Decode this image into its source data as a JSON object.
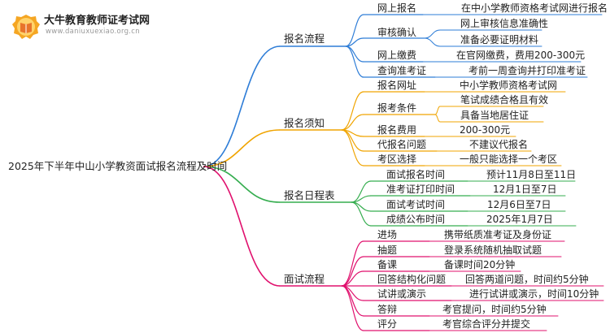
{
  "brand": {
    "name": "大牛教育教师证考试网",
    "url": "www.daniuxuexiao.org.cn"
  },
  "root": "2025年下半年中山小学教资面试报名流程及时间",
  "colors": {
    "blue": "#2e7dd7",
    "orange": "#f0a400",
    "green": "#35ad4f",
    "magenta": "#e0106d"
  },
  "branches": [
    {
      "label": "报名流程",
      "color": "blue",
      "items": [
        {
          "label": "网上报名",
          "children": [
            "在中小学教师资格考试网进行报名"
          ]
        },
        {
          "label": "审核确认",
          "children": [
            "网上审核信息准确性",
            "准备必要证明材料"
          ]
        },
        {
          "label": "网上缴费",
          "children": [
            "在官网缴费，费用200-300元"
          ]
        },
        {
          "label": "查询准考证",
          "children": [
            "考前一周查询并打印准考证"
          ]
        }
      ]
    },
    {
      "label": "报名须知",
      "color": "orange",
      "items": [
        {
          "label": "报名网址",
          "children": [
            "中小学教师资格考试网"
          ]
        },
        {
          "label": "报考条件",
          "children": [
            "笔试成绩合格且有效",
            "具备当地居住证"
          ]
        },
        {
          "label": "报名费用",
          "children": [
            "200-300元"
          ]
        },
        {
          "label": "代报名问题",
          "children": [
            "不建议代报名"
          ]
        },
        {
          "label": "考区选择",
          "children": [
            "一般只能选择一个考区"
          ]
        }
      ]
    },
    {
      "label": "报名日程表",
      "color": "green",
      "items": [
        {
          "label": "面试报名时间",
          "children": [
            "预计11月8日至11日"
          ]
        },
        {
          "label": "准考证打印时间",
          "children": [
            "12月1日至7日"
          ]
        },
        {
          "label": "面试考试时间",
          "children": [
            "12月6日至7日"
          ]
        },
        {
          "label": "成绩公布时间",
          "children": [
            "2025年1月7日"
          ]
        }
      ]
    },
    {
      "label": "面试流程",
      "color": "magenta",
      "items": [
        {
          "label": "进场",
          "children": [
            "携带纸质准考证及身份证"
          ]
        },
        {
          "label": "抽题",
          "children": [
            "登录系统随机抽取试题"
          ]
        },
        {
          "label": "备课",
          "children": [
            "备课时间20分钟"
          ]
        },
        {
          "label": "回答结构化问题",
          "children": [
            "回答两道问题，时间约5分钟"
          ]
        },
        {
          "label": "试讲或演示",
          "children": [
            "进行试讲或演示，时间10分钟"
          ]
        },
        {
          "label": "答辩",
          "children": [
            "考官提问，时间约5分钟"
          ]
        },
        {
          "label": "评分",
          "children": [
            "考官综合评分并提交"
          ]
        }
      ]
    }
  ]
}
